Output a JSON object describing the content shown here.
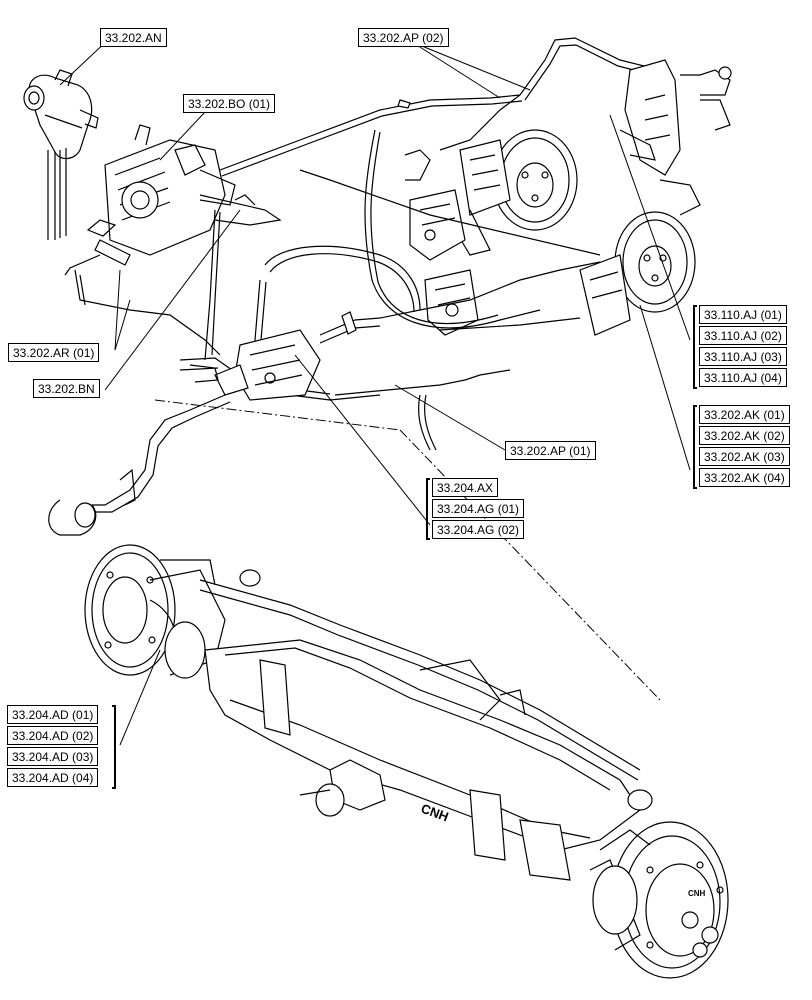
{
  "diagram": {
    "callouts": {
      "an": "33.202.AN",
      "ap02": "33.202.AP (02)",
      "bo01": "33.202.BO (01)",
      "ar01": "33.202.AR (01)",
      "bn": "33.202.BN",
      "ap01": "33.202.AP (01)",
      "ax": "33.204.AX",
      "ag01": "33.204.AG (01)",
      "ag02": "33.204.AG (02)",
      "aj01": "33.110.AJ (01)",
      "aj02": "33.110.AJ (02)",
      "aj03": "33.110.AJ (03)",
      "aj04": "33.110.AJ (04)",
      "ak01": "33.202.AK (01)",
      "ak02": "33.202.AK (02)",
      "ak03": "33.202.AK (03)",
      "ak04": "33.202.AK (04)",
      "ad01": "33.204.AD (01)",
      "ad02": "33.204.AD (02)",
      "ad03": "33.204.AD (03)",
      "ad04": "33.204.AD (04)"
    },
    "axle_logo": "CNH",
    "hub_logo": "CNH"
  }
}
